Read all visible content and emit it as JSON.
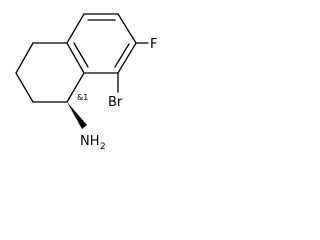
{
  "structure": {
    "atoms": {
      "fluorine": "F",
      "bromine": "Br",
      "amine": "NH",
      "amine_subscript": "2"
    },
    "stereo_mark": "&1"
  }
}
